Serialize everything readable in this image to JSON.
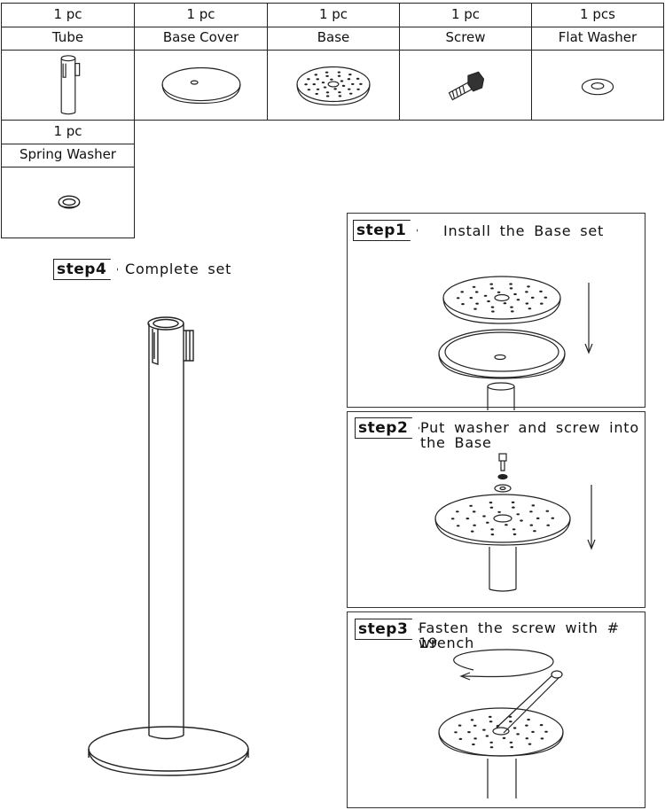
{
  "parts": [
    {
      "qty": "1  pc",
      "name": "Tube"
    },
    {
      "qty": "1  pc",
      "name": "Base Cover"
    },
    {
      "qty": "1  pc",
      "name": "Base"
    },
    {
      "qty": "1  pc",
      "name": "Screw"
    },
    {
      "qty": "1  pcs",
      "name": "Flat Washer"
    },
    {
      "qty": "1  pc",
      "name": "Spring Washer"
    }
  ],
  "steps": {
    "step1": {
      "tag": "step1",
      "text": "Install the Base set"
    },
    "step2": {
      "tag": "step2",
      "text_line1": "Put washer and screw into",
      "text_line2": "the Base"
    },
    "step3": {
      "tag": "step3",
      "text_line1": "Fasten the screw with # 19",
      "text_line2": "wrench"
    },
    "step4": {
      "tag": "step4",
      "text": "Complete set"
    }
  }
}
